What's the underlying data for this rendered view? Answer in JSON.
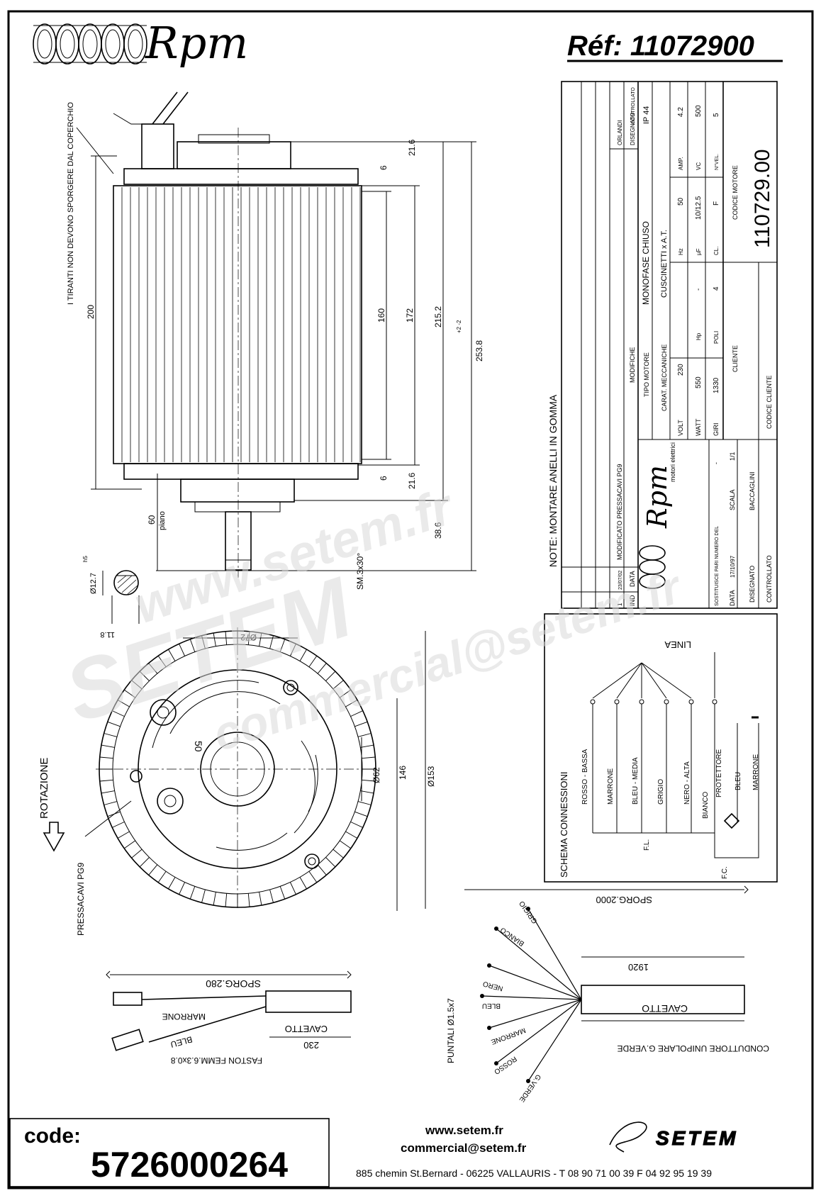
{
  "header": {
    "brand": "Rpm",
    "reference": "Réf:  11072900"
  },
  "notes": {
    "tie_rods": "I TIRANTI NON DEVONO SPORGERE DAL COPERCHIO",
    "rings": "NOTE:  MONTARE ANELLI IN GOMMA",
    "rotation": "ROTAZIONE",
    "cable_gland": "PRESSACAVI PG9",
    "flat": "piano",
    "flat_spec": "SM.3x30°"
  },
  "side_view_dims": {
    "d200": "200",
    "d160": "160",
    "d172": "172",
    "d215": "215.2",
    "d253": "253.8",
    "d253_tol": "+2 -2",
    "d21_6_top": "21.6",
    "d6_top": "6",
    "d21_6_bot": "21.6",
    "d6_bot": "6",
    "d60": "60",
    "d38_6": "38.6"
  },
  "shaft_detail": {
    "diameter": "Ø12.7",
    "tolerance": "h5",
    "flat": "11.8"
  },
  "front_view_dims": {
    "d72": "Ø72",
    "d62": "Ø62",
    "d146": "146",
    "d153": "Ø153",
    "d50": "50"
  },
  "title_block": {
    "rev_headers": [
      "IND",
      "DATA",
      "MODIFICHE",
      "DISEGNATO",
      "CONTROLLATO"
    ],
    "rev_row": {
      "ind": "1",
      "date": "23/07/02",
      "change": "MODIFICATO PRESSACAVI PG9",
      "drawn": "ORLANDI"
    },
    "motor_type_label": "TIPO MOTORE",
    "motor_type": "MONOFASE CHIUSO",
    "protection": "IP 44",
    "mech_label": "CARAT. MECCANICHE",
    "mech": "CUSCINETTI x A.T.",
    "volt_label": "VOLT",
    "volt": "230",
    "hz_label": "Hz",
    "hz": "50",
    "amp_label": "AMP.",
    "amp": "4.2",
    "watt_label": "WATT",
    "watt": "550",
    "hp_label": "Hp",
    "hp": "-",
    "uf_label": "µF",
    "uf": "10/12.5",
    "vc_label": "VC",
    "vc": "500",
    "giri_label": "GIRI",
    "giri": "1330",
    "poli_label": "POLI",
    "poli": "4",
    "cl_label": "CL.",
    "cl": "F",
    "nvel_label": "N°VEL.",
    "nvel": "5",
    "client_label": "CLIENTE",
    "motor_code_label": "CODICE MOTORE",
    "motor_code": "110729.00",
    "client_code_label": "CODICE CLIENTE",
    "logo_sub": "motori elettrici",
    "replaces_label": "SOSTITUISCE PARI NUMERO DEL",
    "replaces": "-",
    "scale_label": "SCALA",
    "scale": "1/1",
    "date_label": "DATA",
    "date": "17/10/97",
    "drawn_label": "DISEGNATO",
    "drawn": "BACCAGLINI",
    "checked_label": "CONTROLLATO"
  },
  "schema": {
    "title": "SCHEMA CONNESSIONI",
    "line": "LINEA",
    "wires": [
      "ROSSO - BASSA",
      "MARRONE",
      "BLEU - MEDIA",
      "GRIGIO",
      "NERO - ALTA",
      "BIANCO",
      "PROTETTORE",
      "BLEU",
      "MARRONE"
    ],
    "fl": "F.L.",
    "fc": "F.C."
  },
  "cable_left": {
    "length": "SPORG.280",
    "cable": "CAVETTO",
    "marrone": "MARRONE",
    "bleu": "BLEU",
    "d230": "230",
    "faston": "FASTON FEMM.6.3x0.8"
  },
  "cable_right": {
    "length": "SPORG.2000",
    "d1920": "1920",
    "cable": "CAVETTO",
    "earth": "CONDUTTORE UNIPOLARE G.VERDE",
    "tips": "PUNTALI Ø1.5x7",
    "wires": [
      "GRIGIO",
      "BIANCO",
      "NERO",
      "BLEU",
      "MARRONE",
      "ROSSO",
      "G.VERDE"
    ]
  },
  "footer": {
    "code_label": "code:",
    "code": "5726000264",
    "web": "www.setem.fr",
    "email": "commercial@setem.fr",
    "address": "885 chemin St.Bernard  -  06225 VALLAURIS  -  T 08 90 71 00 39   F 04 92 95 19 39",
    "setem_logo": "SETEM"
  },
  "watermark": {
    "web": "www.setem.fr",
    "brand": "SETEM",
    "email": "commercial@setem.fr"
  }
}
